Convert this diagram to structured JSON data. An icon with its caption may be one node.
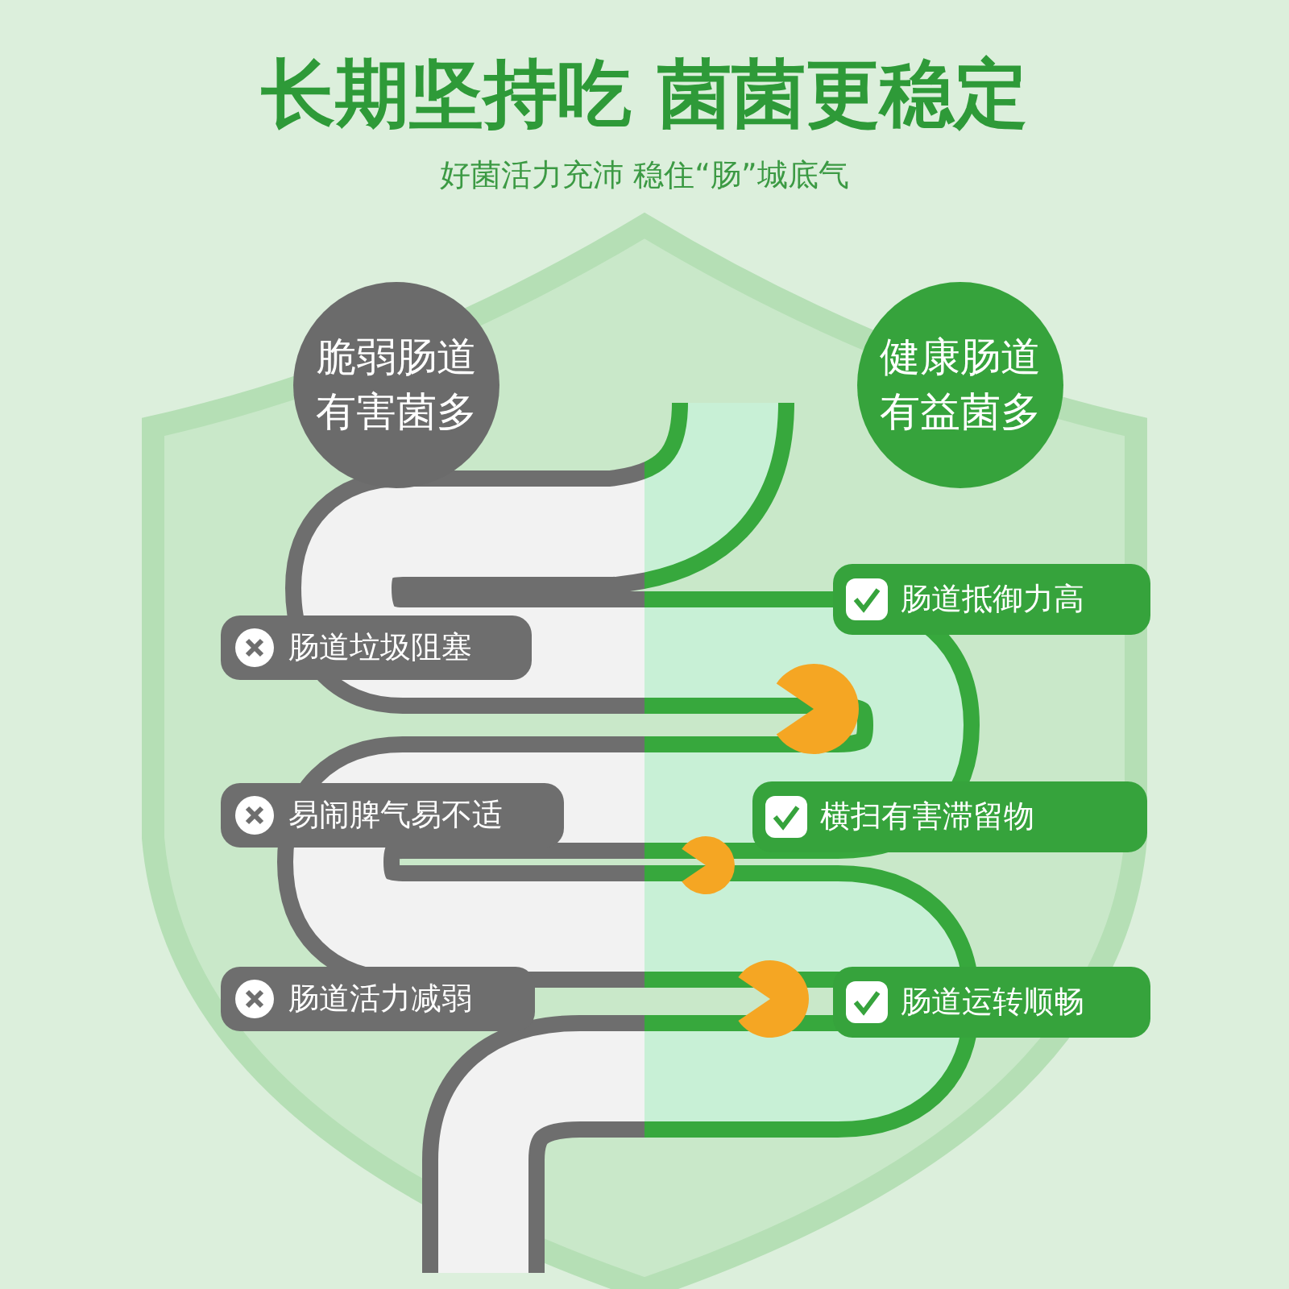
{
  "diagram": {
    "title": "长期坚持吃 菌菌更稳定",
    "nodes": [
      {
        "text": [
          "脆弱肠道有害菌多"
        ]
      },
      {
        "text": [
          "健康肠道有益菌多"
        ]
      },
      {
        "text": [
          "肠道垃圾阻塞"
        ]
      },
      {
        "text": [
          "易闹脾气易不适"
        ]
      },
      {
        "text": [
          "肠道活力减弱"
        ]
      },
      {
        "text": [
          "肠道抵御力高"
        ]
      },
      {
        "text": [
          "横扫有害滞留物"
        ]
      },
      {
        "text": [
          "肠道运转顺畅"
        ]
      }
    ],
    "labels": [
      "好菌活力充沛 稳住“肠”城底气"
    ]
  }
}
